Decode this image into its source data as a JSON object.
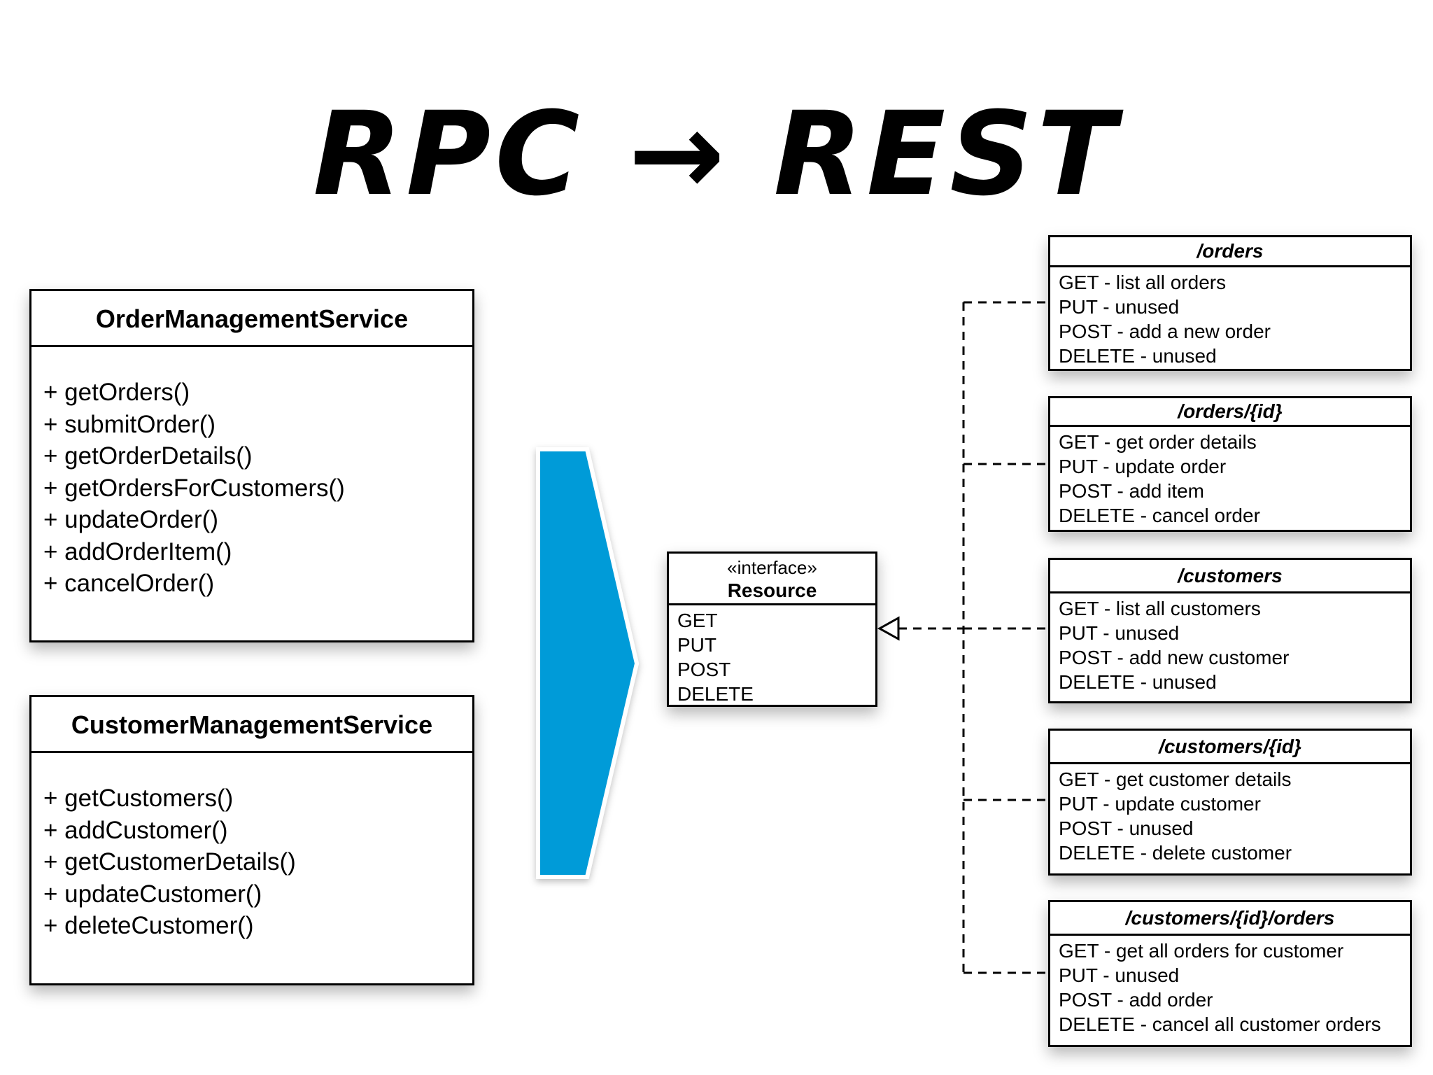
{
  "title": "RPC → REST",
  "colors": {
    "arrow_fill": "#039bd8",
    "border": "#000000",
    "background": "#ffffff"
  },
  "services": [
    {
      "name": "OrderManagementService",
      "methods": [
        "+ getOrders()",
        "+ submitOrder()",
        "+ getOrderDetails()",
        "+ getOrdersForCustomers()",
        "+ updateOrder()",
        "+ addOrderItem()",
        "+ cancelOrder()"
      ]
    },
    {
      "name": "CustomerManagementService",
      "methods": [
        "+ getCustomers()",
        "+ addCustomer()",
        "+ getCustomerDetails()",
        "+ updateCustomer()",
        "+ deleteCustomer()"
      ]
    }
  ],
  "interface": {
    "stereotype": "«interface»",
    "name": "Resource",
    "operations": [
      "GET",
      "PUT",
      "POST",
      "DELETE"
    ]
  },
  "resources": [
    {
      "path": "/orders",
      "operations": [
        "GET - list all orders",
        "PUT - unused",
        "POST - add a new order",
        "DELETE -  unused"
      ]
    },
    {
      "path": "/orders/{id}",
      "operations": [
        "GET - get order details",
        "PUT - update order",
        "POST - add item",
        "DELETE - cancel order"
      ]
    },
    {
      "path": "/customers",
      "operations": [
        "GET - list all customers",
        "PUT - unused",
        "POST - add new customer",
        "DELETE - unused"
      ]
    },
    {
      "path": "/customers/{id}",
      "operations": [
        "GET - get customer details",
        "PUT - update customer",
        "POST - unused",
        "DELETE - delete customer"
      ]
    },
    {
      "path": "/customers/{id}/orders",
      "operations": [
        "GET - get all orders for customer",
        "PUT - unused",
        "POST - add order",
        "DELETE - cancel all customer orders"
      ]
    }
  ]
}
